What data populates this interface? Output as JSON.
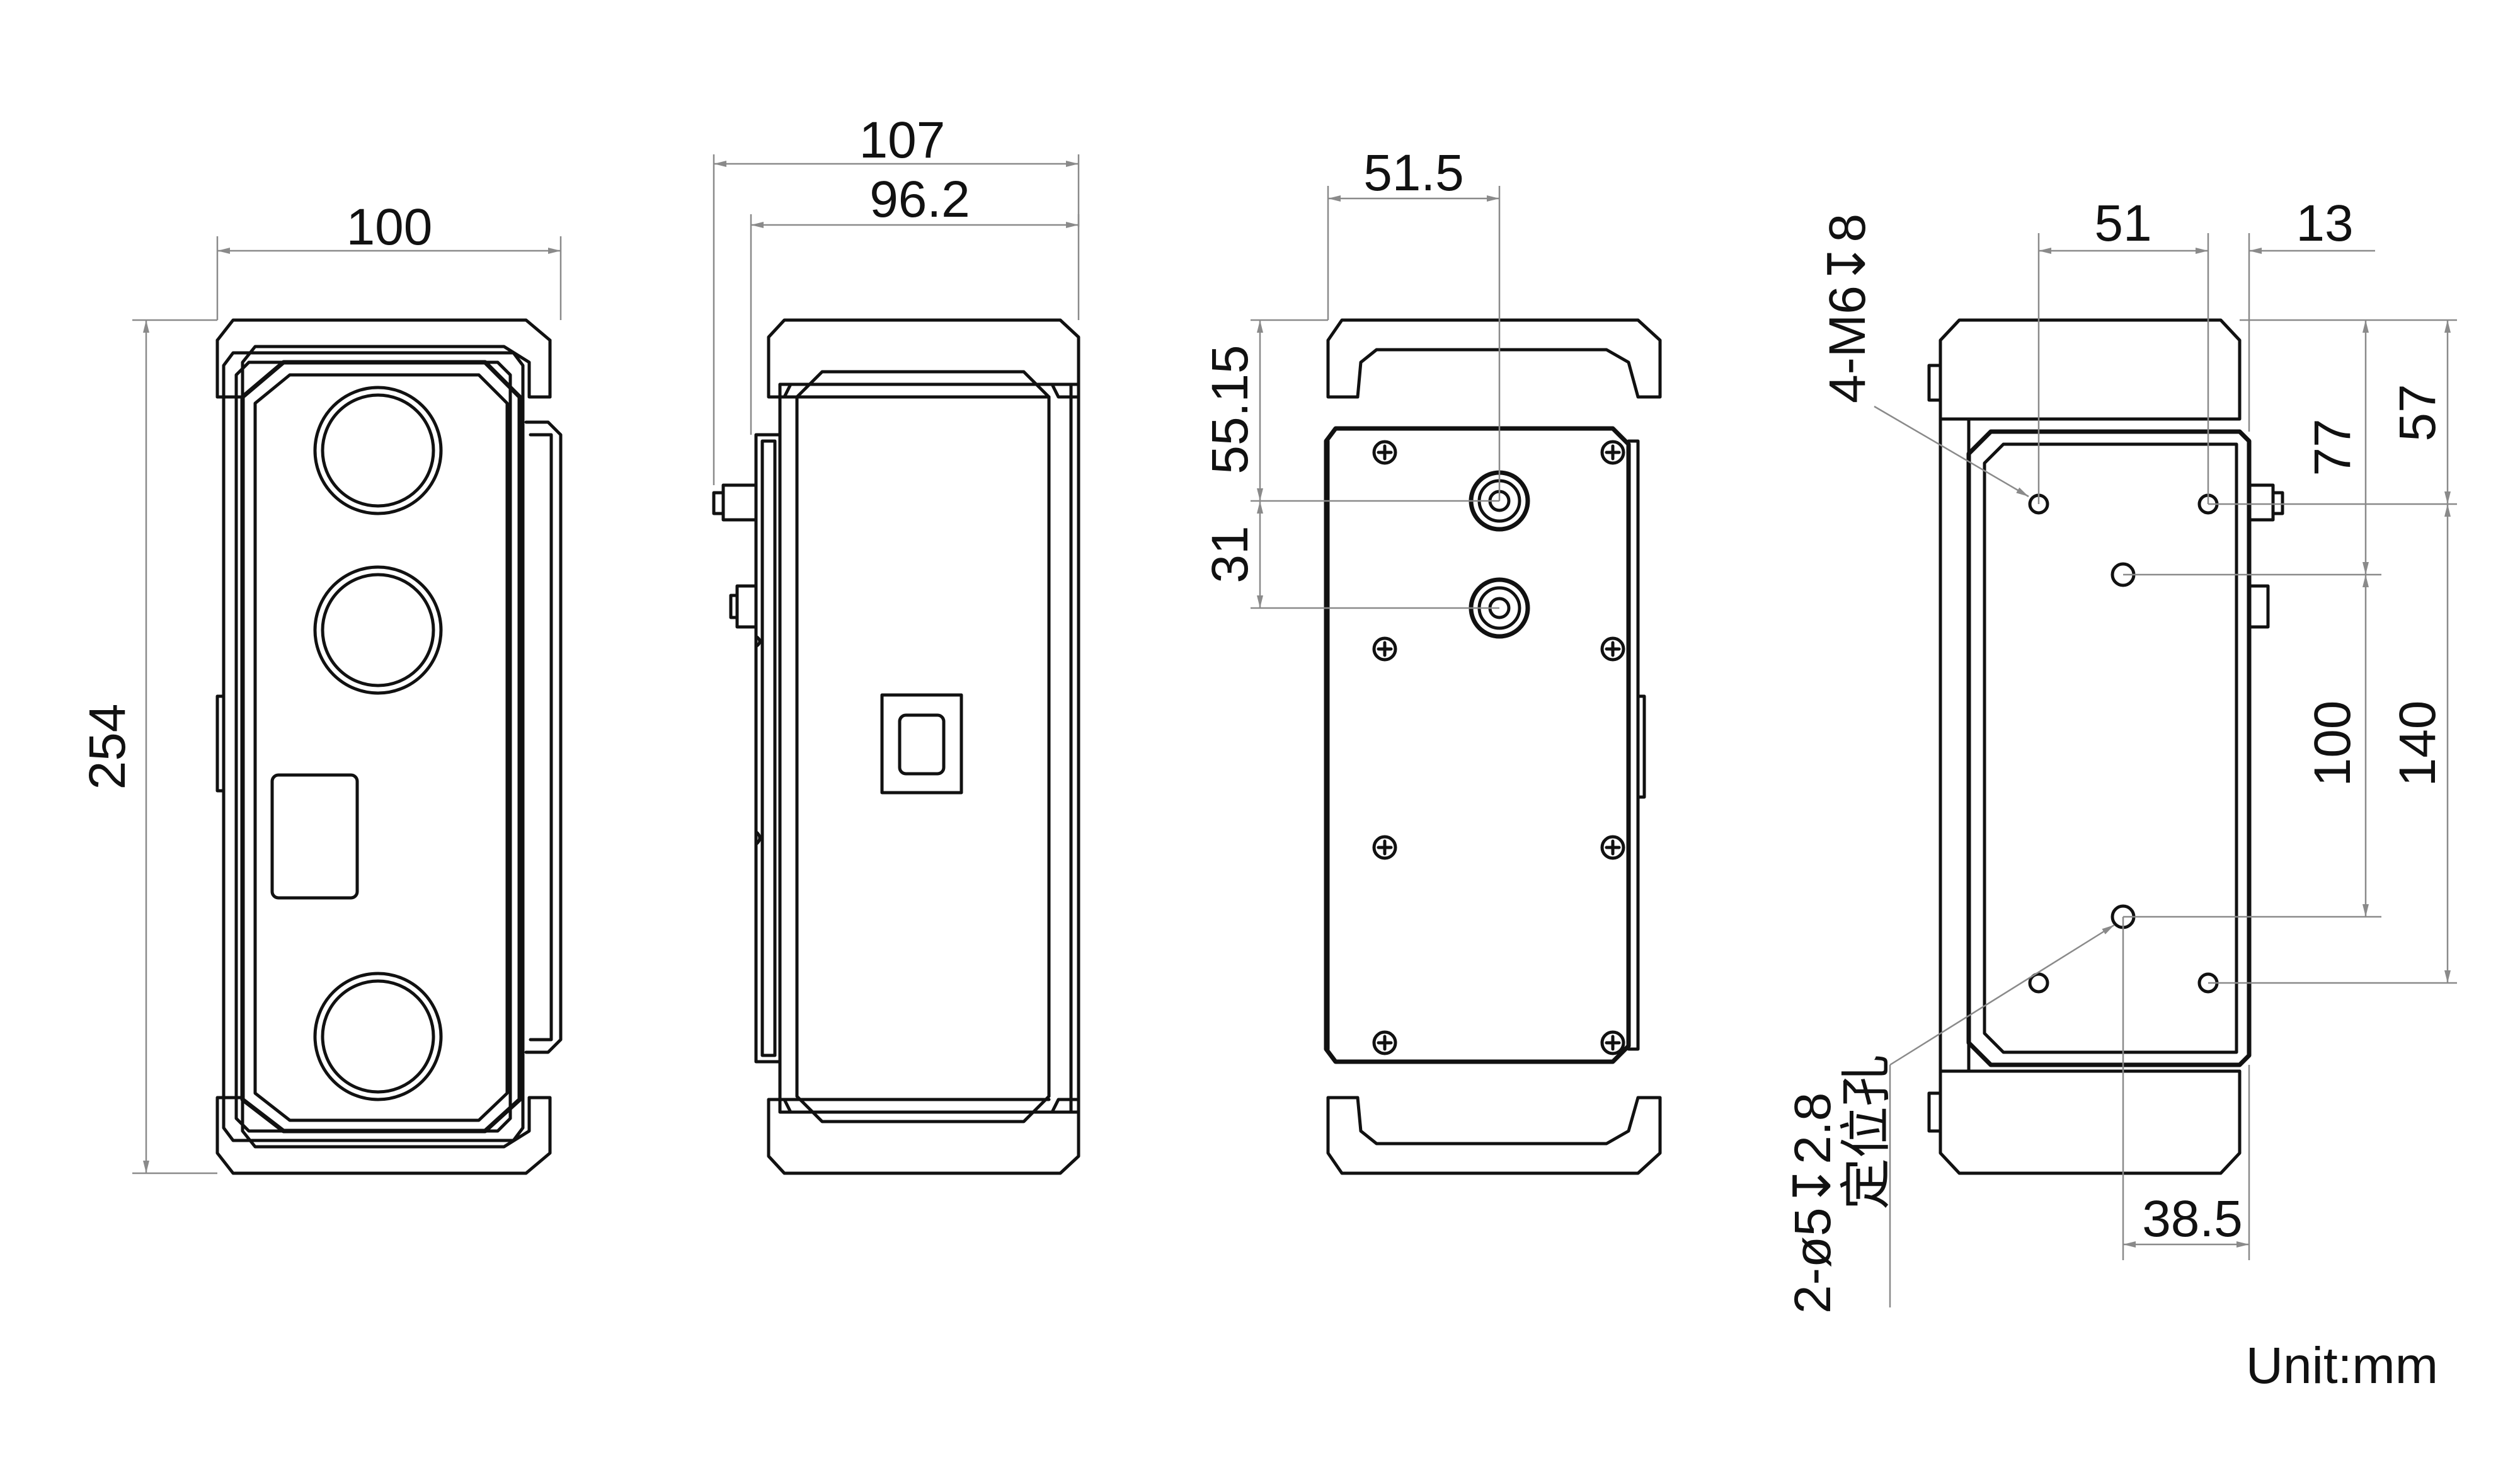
{
  "views": {
    "front": {
      "width": "100",
      "height": "254"
    },
    "side": {
      "depth_total": "107",
      "depth_body": "96.2"
    },
    "back": {
      "connector_offset_x": "51.5",
      "connector_1_y": "55.15",
      "connector_spacing": "31"
    },
    "mount": {
      "hole_spacing_x": "51",
      "edge_offset": "13",
      "top_to_hole_1": "57",
      "top_to_hole_2": "77",
      "locating_hole_spacing": "100",
      "mount_hole_spacing": "140",
      "locating_offset_x": "38.5",
      "thread_callout": "4-M6↧8",
      "locating_callout": "2-ø5↧2.8",
      "locating_label": "定位孔"
    }
  },
  "unit_label": "Unit:mm",
  "colors": {
    "outline": "#111111",
    "dimension": "#8a8a8a",
    "background": "#ffffff"
  }
}
